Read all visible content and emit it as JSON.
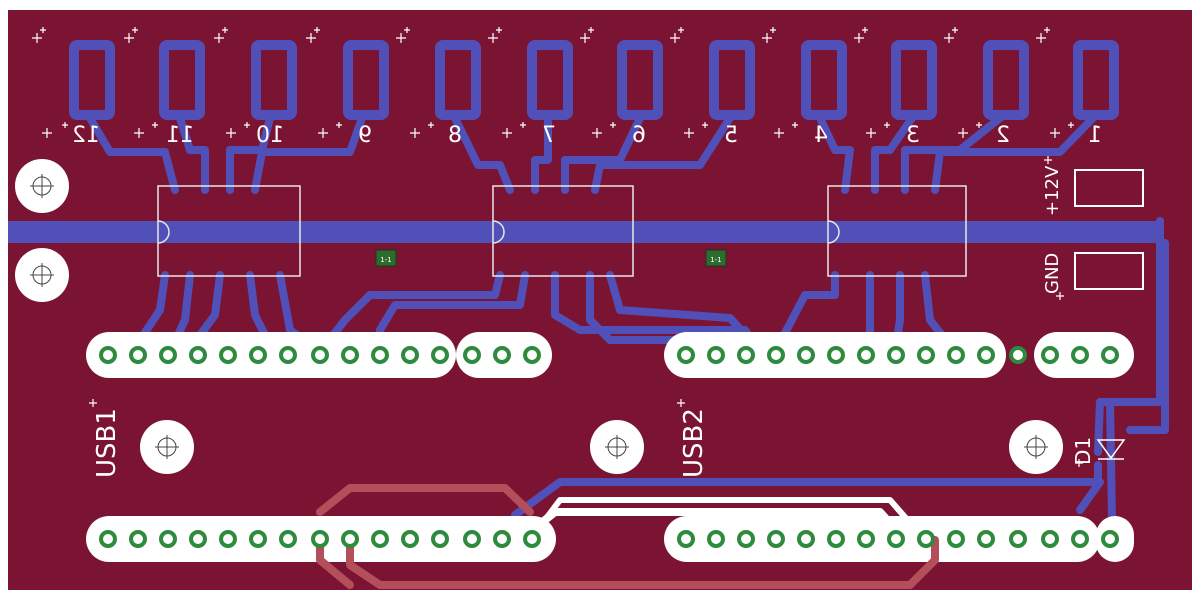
{
  "colors": {
    "board": "#7a1432",
    "trace_bottom": "#5050b8",
    "trace_top": "#b34e5a",
    "pad_ring": "#2e8b3e",
    "hole": "#ffffff",
    "silk": "#ffffff",
    "ic_outline": "#e8e8e8"
  },
  "led_labels": [
    "12",
    "11",
    "10",
    "9",
    "8",
    "7",
    "6",
    "5",
    "4",
    "3",
    "2",
    "1"
  ],
  "power": {
    "v12_label": "+12V",
    "gnd_label": "GND"
  },
  "connectors": {
    "usb1_label": "USB1",
    "usb2_label": "USB2"
  },
  "diode": {
    "label": "D1"
  },
  "resistors": [
    {
      "label": "1-1"
    },
    {
      "label": "1-1"
    }
  ]
}
